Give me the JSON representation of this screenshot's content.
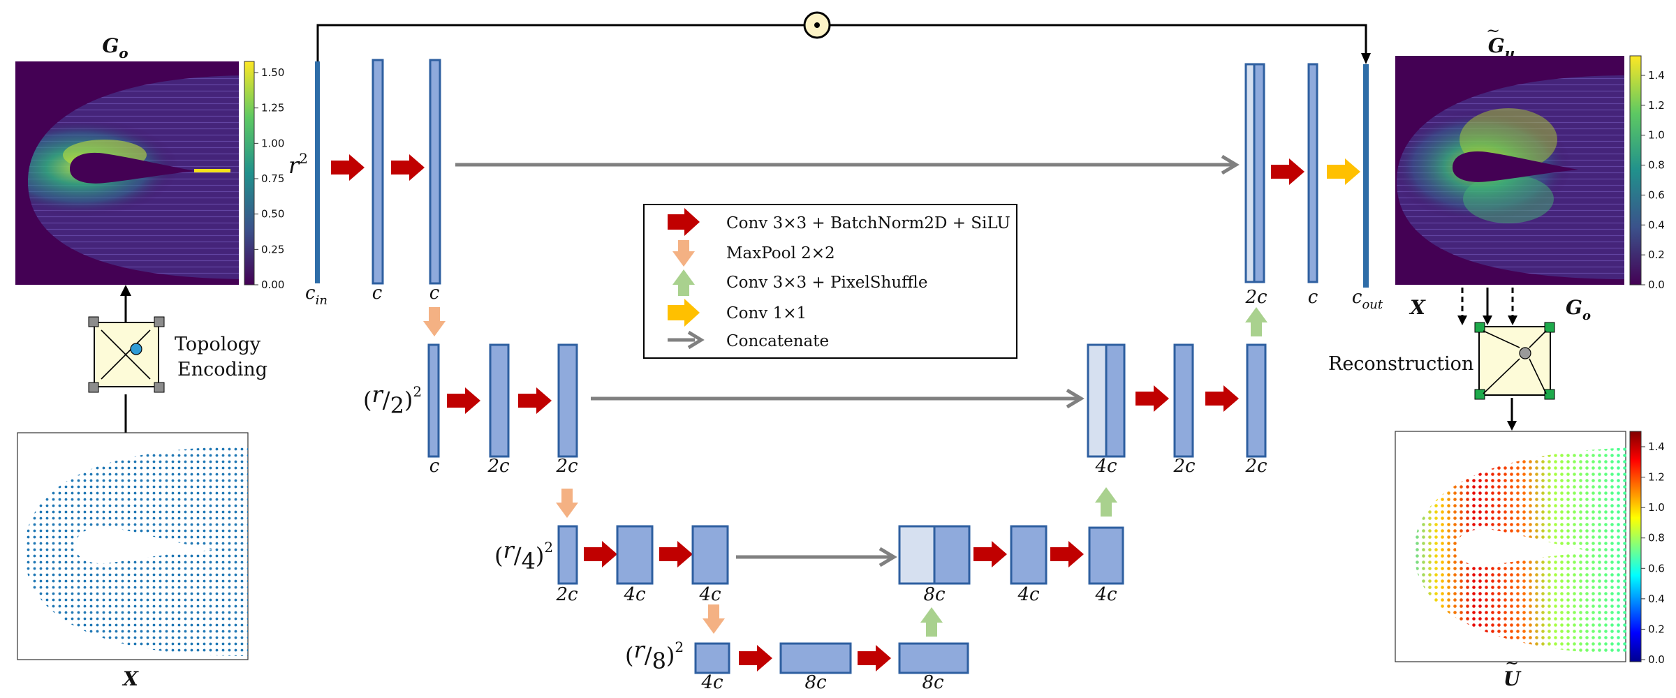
{
  "panels": {
    "go_title": "G",
    "go_title_sub": "o",
    "gu_title": "G",
    "gu_title_sub": "u",
    "x_label": "X",
    "u_label": "U",
    "topology_line1": "Topology",
    "topology_line2": "Encoding",
    "reconstruction": "Reconstruction",
    "recon_x": "X",
    "recon_go": "G",
    "recon_go_sub": "o"
  },
  "colorbar_left": [
    "1.50",
    "1.25",
    "1.00",
    "0.75",
    "0.50",
    "0.25",
    "0.00"
  ],
  "colorbar_right_top": [
    "1.4",
    "1.2",
    "1.0",
    "0.8",
    "0.6",
    "0.4",
    "0.2",
    "0.0"
  ],
  "colorbar_right_bottom": [
    "1.4",
    "1.2",
    "1.0",
    "0.8",
    "0.6",
    "0.4",
    "0.2",
    "0.0"
  ],
  "legend": {
    "conv": "Conv 3×3 + BatchNorm2D + SiLU",
    "maxpool": "MaxPool 2×2",
    "pixelshuffle": "Conv 3×3 + PixelShuffle",
    "conv1": "Conv 1×1",
    "concat": "Concatenate"
  },
  "scales": {
    "level1_base": "r",
    "level1_exp": "2",
    "level2_num": "r",
    "level2_den": "2",
    "level2_exp": "2",
    "level3_num": "r",
    "level3_den": "4",
    "level3_exp": "2",
    "level4_num": "r",
    "level4_den": "8",
    "level4_exp": "2"
  },
  "channels": {
    "cin": "c",
    "cin_sub": "in",
    "l1_a": "c",
    "l1_b": "c",
    "l2_a": "c",
    "l2_b": "2c",
    "l2_c": "2c",
    "l3_a": "2c",
    "l3_b": "4c",
    "l3_c": "4c",
    "l4_a": "4c",
    "l4_b": "8c",
    "l4_c": "8c",
    "d3_a": "8c",
    "d3_b": "4c",
    "d3_c": "4c",
    "d2_a": "4c",
    "d2_b": "2c",
    "d2_c": "2c",
    "d1_a": "2c",
    "d1_b": "c",
    "cout": "c",
    "cout_sub": "out"
  },
  "skip_symbol": "⊙",
  "colors": {
    "conv_arrow": "#c00000",
    "maxpool_arrow": "#f4b183",
    "pixelshuffle_arrow": "#a9d18e",
    "conv1_arrow": "#ffc000",
    "concat_arrow": "#808080",
    "block_fill": "#8faadc",
    "block_fill_light": "#d6e0f0",
    "block_stroke": "#2e5fa0",
    "viridis_dark": "#440154"
  }
}
